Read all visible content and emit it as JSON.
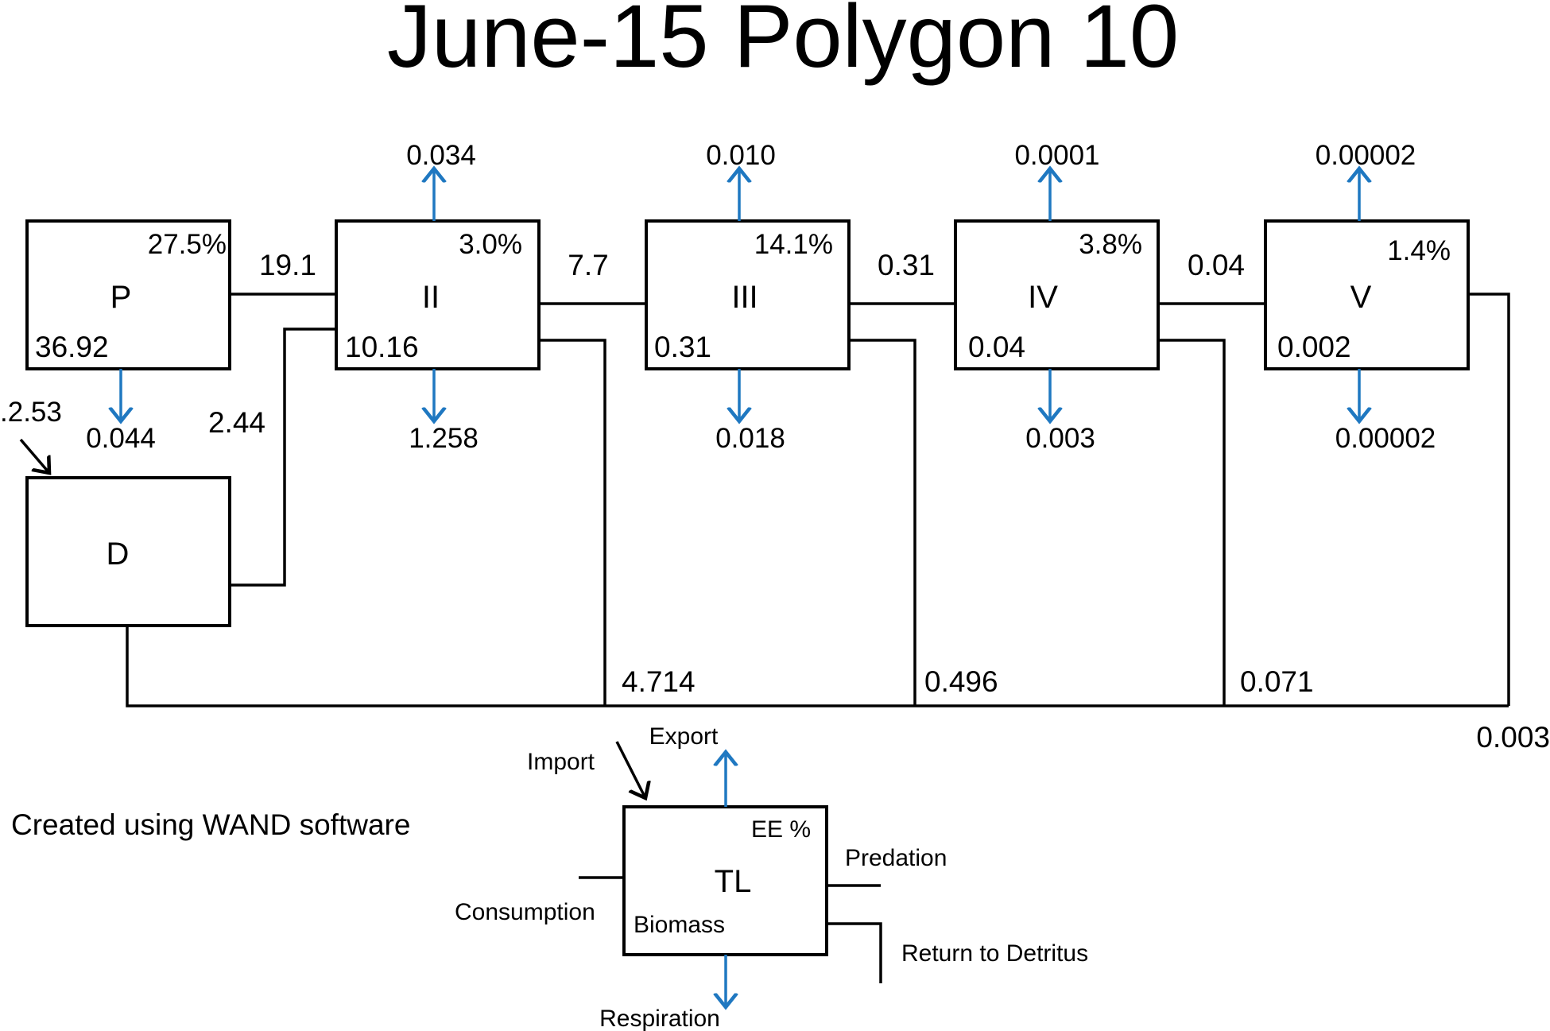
{
  "title": "June-15 Polygon 10",
  "credit": "Created using WAND software",
  "detritus_import": ".2.53",
  "levels": [
    {
      "id": "P",
      "ee": "27.5%",
      "biomass": "36.92",
      "export": "",
      "respiration": "0.044"
    },
    {
      "id": "II",
      "ee": "3.0%",
      "biomass": "10.16",
      "export": "0.034",
      "respiration": "1.258"
    },
    {
      "id": "III",
      "ee": "14.1%",
      "biomass": "0.31",
      "export": "0.010",
      "respiration": "0.018"
    },
    {
      "id": "IV",
      "ee": "3.8%",
      "biomass": "0.04",
      "export": "0.0001",
      "respiration": "0.003"
    },
    {
      "id": "V",
      "ee": "1.4%",
      "biomass": "0.002",
      "export": "0.00002",
      "respiration": "0.00002"
    }
  ],
  "detritus": {
    "id": "D",
    "flow_to_II": "2.44"
  },
  "flows_between": [
    "19.1",
    "7.7",
    "0.31",
    "0.04"
  ],
  "return_to_detritus": [
    "4.714",
    "0.496",
    "0.071",
    "0.003"
  ],
  "legend": {
    "box_label": "TL",
    "ee": "EE %",
    "biomass": "Biomass",
    "import": "Import",
    "export": "Export",
    "consumption": "Consumption",
    "predation": "Predation",
    "return": "Return to Detritus",
    "respiration": "Respiration"
  },
  "colors": {
    "arrow_blue": "#1f78c1",
    "line": "#000000"
  }
}
